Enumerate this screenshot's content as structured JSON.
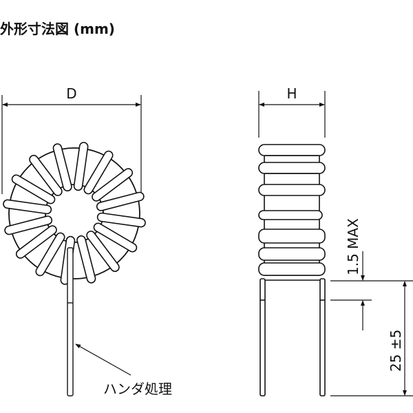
{
  "title": "外形寸法図 (mm)",
  "labels": {
    "diameter": "D",
    "height": "H",
    "height_max": "1.5 MAX",
    "lead_length": "25 ±5",
    "solder_note": "ハンダ処理"
  },
  "toroid": {
    "winding_turns_visible": 16
  },
  "colors": {
    "line": "#111111",
    "background": "#ffffff"
  }
}
